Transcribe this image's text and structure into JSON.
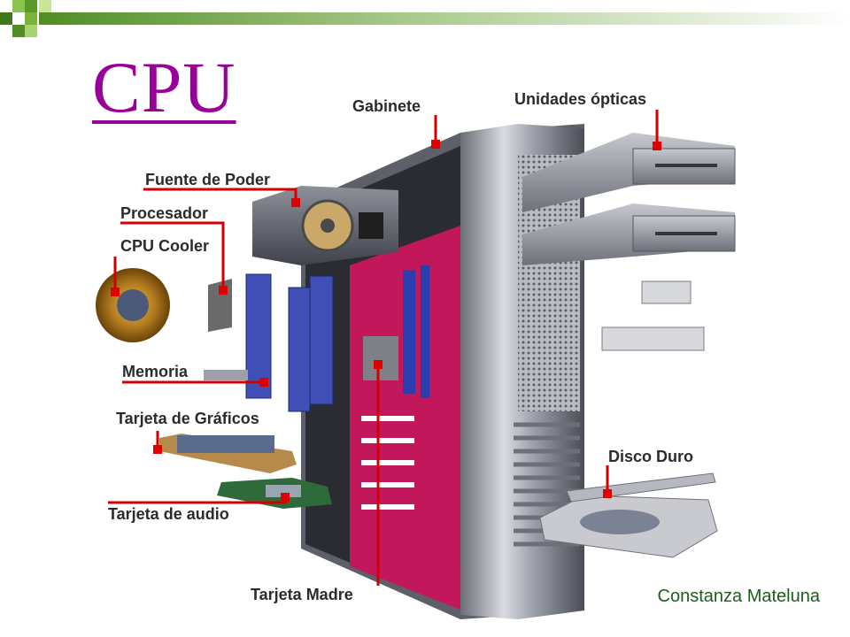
{
  "slide": {
    "title": "CPU",
    "author": "Constanza Mateluna",
    "colors": {
      "title": "#99009a",
      "leader": "#d40000",
      "accent_green": "#5a9a2a"
    }
  },
  "labels": {
    "gabinete": "Gabinete",
    "unidades_opticas": "Unidades ópticas",
    "fuente_de_poder": "Fuente de Poder",
    "procesador": "Procesador",
    "cpu_cooler": "CPU Cooler",
    "memoria": "Memoria",
    "tarjeta_graficos": "Tarjeta de Gráficos",
    "disco_duro": "Disco Duro",
    "tarjeta_audio": "Tarjeta de audio",
    "tarjeta_madre": "Tarjeta Madre"
  }
}
